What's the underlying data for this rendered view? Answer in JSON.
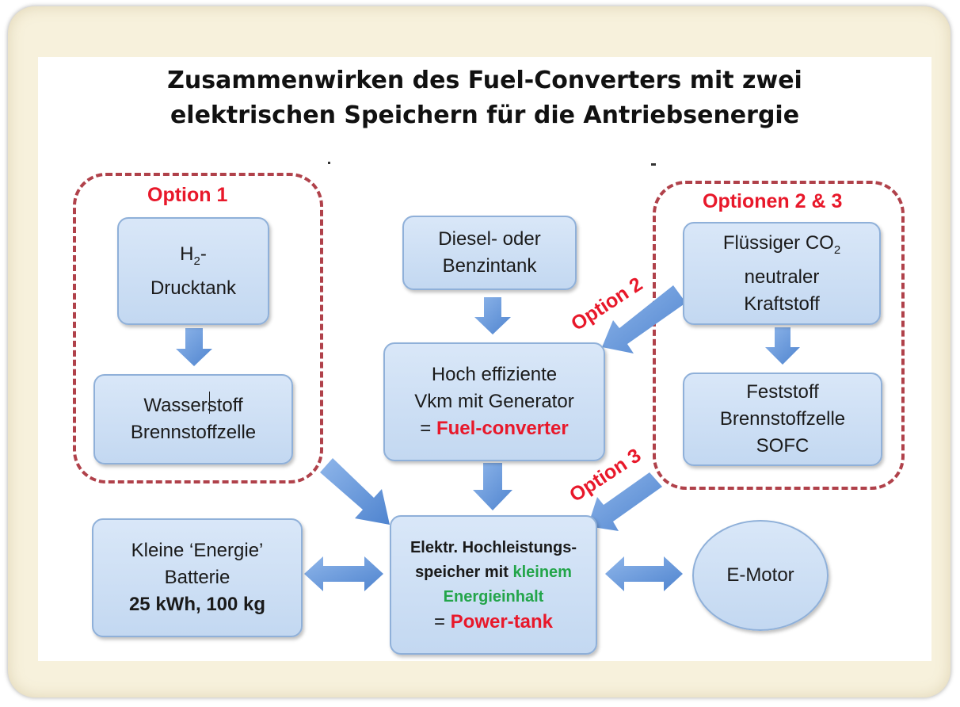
{
  "title": {
    "line1": "Zusammenwirken des Fuel-Converters mit zwei",
    "line2": "elektrischen Speichern für die Antriebsenergie"
  },
  "group_option1": {
    "label": "Option 1"
  },
  "group_options23": {
    "label": "Optionen 2 & 3"
  },
  "h2_tank": {
    "prefix": "H",
    "subscript": "2",
    "suffix": "-",
    "line2": "Drucktank"
  },
  "h2_fuelcell": {
    "line1": "Wasserstoff",
    "line2": "Brennstoffzelle"
  },
  "fuel_tank": {
    "line1": "Diesel- oder",
    "line2": "Benzintank"
  },
  "engine": {
    "line1": "Hoch effiziente",
    "line2": "Vkm mit Generator",
    "line3_prefix": "= ",
    "line3_highlight": "Fuel-converter"
  },
  "liquid_fuel": {
    "line1_prefix": "Flüssiger CO",
    "line1_subscript": "2",
    "line2": "neutraler",
    "line3": "Kraftstoff"
  },
  "sofc": {
    "line1": "Feststoff",
    "line2": "Brennstoffzelle",
    "line3": "SOFC"
  },
  "battery": {
    "line1": "Kleine ‘Energie’",
    "line2": "Batterie",
    "line3": "25 kWh, 100 kg"
  },
  "power_tank": {
    "line1": "Elektr. Hochleistungs-",
    "line2_prefix": "speicher mit ",
    "line2_highlight": "kleinem",
    "line3_highlight": "Energieinhalt",
    "line4_prefix": "= ",
    "line4_highlight": "Power-tank"
  },
  "motor": {
    "label": "E-Motor"
  },
  "option2_label": "Option 2",
  "option3_label": "Option 3",
  "colors": {
    "box_fill": "#c9dcf3",
    "box_border": "#8fb0d9",
    "arrow": "#5b8fd6",
    "red": "#e8182a",
    "green": "#23a54a",
    "dashed_border": "#b0414a"
  }
}
